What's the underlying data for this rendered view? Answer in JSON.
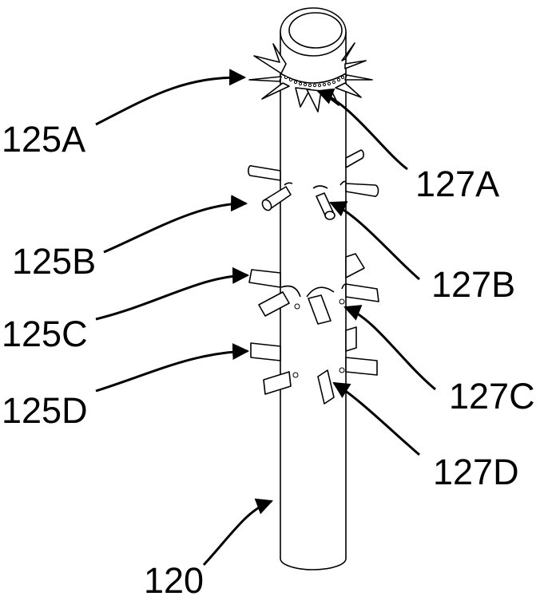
{
  "labels": {
    "pipe": "120",
    "group_a": "125A",
    "group_b": "125B",
    "group_c": "125C",
    "group_d": "125D",
    "tab_a": "127A",
    "tab_b": "127B",
    "tab_c": "127C",
    "tab_d": "127D"
  }
}
